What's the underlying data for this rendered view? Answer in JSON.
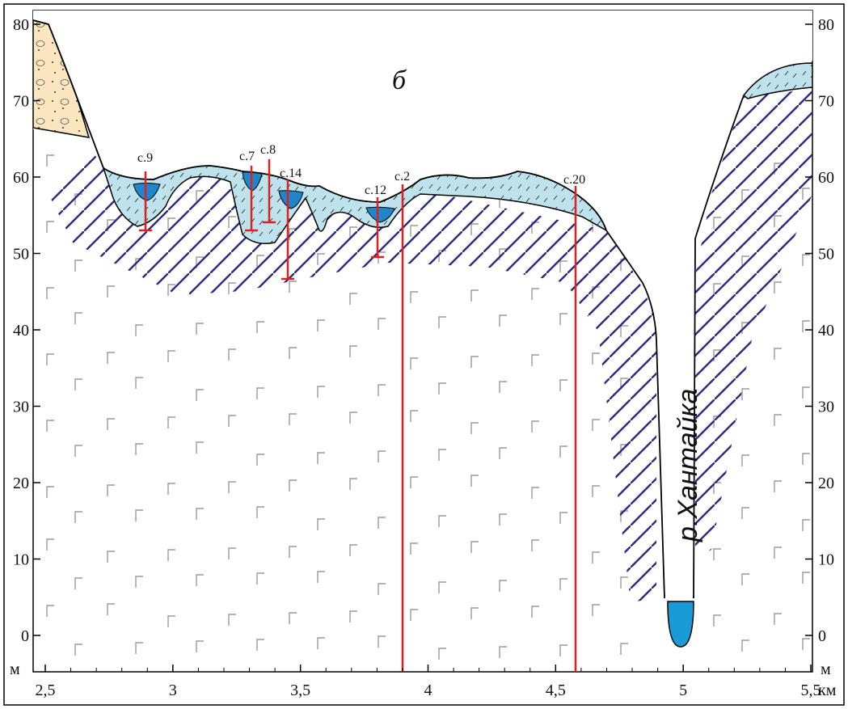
{
  "panel_letter": "б",
  "river_label": "р.Хантайка",
  "axis": {
    "y_ticks": [
      "80",
      "70",
      "60",
      "50",
      "40",
      "30",
      "20",
      "10",
      "0"
    ],
    "y_unit": "м",
    "x_ticks": [
      "2,5",
      "3",
      "3,5",
      "4",
      "4,5",
      "5",
      "5,5"
    ],
    "x_unit": "км"
  },
  "wells": [
    {
      "label": "с.9"
    },
    {
      "label": "с.7"
    },
    {
      "label": "с.8"
    },
    {
      "label": "с.14"
    },
    {
      "label": "с.12"
    },
    {
      "label": "с.2"
    },
    {
      "label": "с.20"
    }
  ],
  "colors": {
    "frame": "#000000",
    "sand": "#fbe6c0",
    "till": "#bfe3ec",
    "lens": "#1e86c9",
    "water": "#1a9bd8",
    "hatch": "#2b2a7e",
    "basalt_symbol": "#9a9a9a",
    "well_line": "#e02020"
  }
}
